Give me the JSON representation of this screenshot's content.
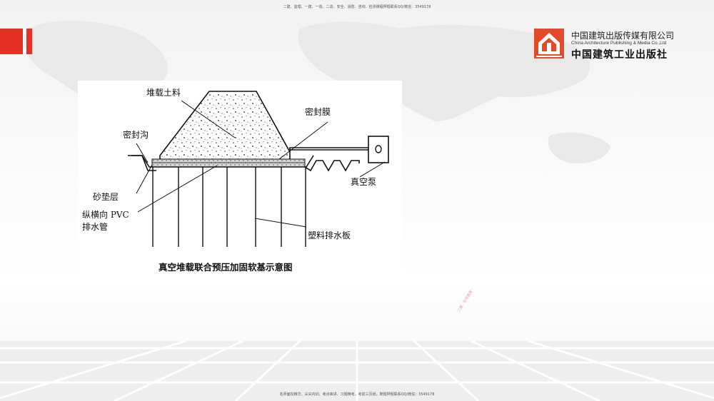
{
  "header": {
    "top_note": "二建、监理、一建、一造、二造、安全、消防、咨询、检测课程押题联系QQ/微信：3549178"
  },
  "footer": {
    "bottom_note": "名师面授精华、尖尖内训、考点串讲、习题精考，考前三页纸，随题押题联系QQ/微信：3549178"
  },
  "logo": {
    "name_cn": "中国建筑出版传媒有限公司",
    "name_en": "China Architecture Publishing & Media Co.,Ltd",
    "name_script": "中国建筑工业出版社"
  },
  "diagram": {
    "labels": {
      "fill_soil": "堆载土料",
      "seal_membrane": "密封膜",
      "seal_trench": "密封沟",
      "vacuum_pump": "真空泵",
      "sand_cushion": "砂垫层",
      "pvc_line1": "纵横向 PVC",
      "pvc_line2": "排水管",
      "plastic_drain": "塑料排水板"
    },
    "caption": "真空堆载联合预压加固软基示意图",
    "watermark": "二建 · 在线题库 ·"
  },
  "colors": {
    "accent_red": "#e53124",
    "line": "#111111"
  }
}
